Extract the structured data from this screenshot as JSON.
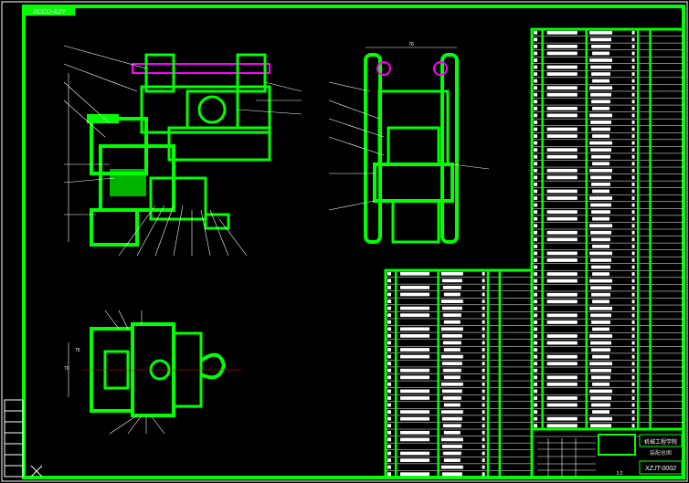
{
  "drawing": {
    "tab_label": "ZCCO-XZY",
    "drawing_number": "XZJT-0002",
    "title_block_company": "机械工程学院",
    "title_block_name": "装配总图",
    "scale_label": "1:2",
    "dimension_top": "76",
    "dimension_left": "75",
    "dimension_bottom_view": "70"
  },
  "colors": {
    "background": "#000000",
    "frame": "#00ff00",
    "lines": "#ffffff",
    "accent": "#ff00ff",
    "dimension": "#ff0000"
  },
  "parts_list_right_rows": 58,
  "parts_list_bottom_rows": 30
}
